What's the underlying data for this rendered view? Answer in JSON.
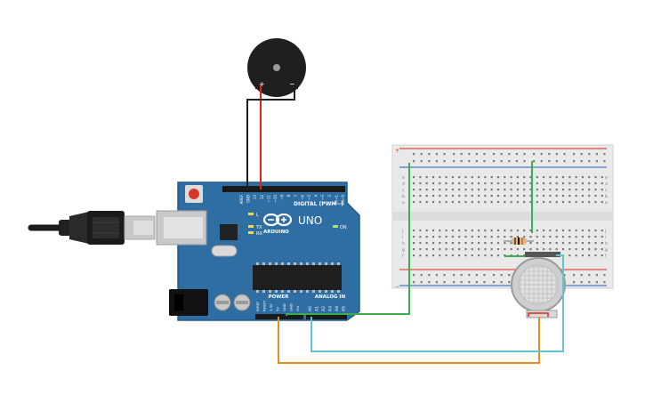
{
  "board": {
    "brand_label": "ARDUINO",
    "model_label": "UNO",
    "on_label": "ON",
    "tx_label": "TX",
    "rx_label": "RX",
    "l_label": "L",
    "digital_header_label": "DIGITAL (PWM~)",
    "power_header_label": "POWER",
    "analog_header_label": "ANALOG IN",
    "digital_pin_labels": [
      "AREF",
      "GND",
      "13",
      "12",
      "~11",
      "~10",
      "~9",
      "8",
      "7",
      "~6",
      "~5",
      "4",
      "~3",
      "2",
      "TX→1",
      "RX←0"
    ],
    "power_pin_labels": [
      "IOREF",
      "RESET",
      "3.3V",
      "5V",
      "GND",
      "GND",
      "Vin"
    ],
    "analog_pin_labels": [
      "A0",
      "A1",
      "A2",
      "A3",
      "A4",
      "A5"
    ]
  },
  "buzzer": {
    "plus_label": "+",
    "minus_label": "−"
  },
  "breadboard": {
    "row_letters_top": [
      "a",
      "b",
      "c",
      "d",
      "e"
    ],
    "row_letters_bottom": [
      "f",
      "g",
      "h",
      "i",
      "j"
    ],
    "plus_label": "+",
    "minus_label": "−"
  },
  "colors": {
    "board": "#2f6ea3",
    "breadboard": "#e9e9e9",
    "wire_red": "#e0241c",
    "wire_black": "#1e1e1e",
    "wire_green": "#3bb04a",
    "wire_orange": "#ea8c1f",
    "wire_cyan": "#62c4d2"
  }
}
